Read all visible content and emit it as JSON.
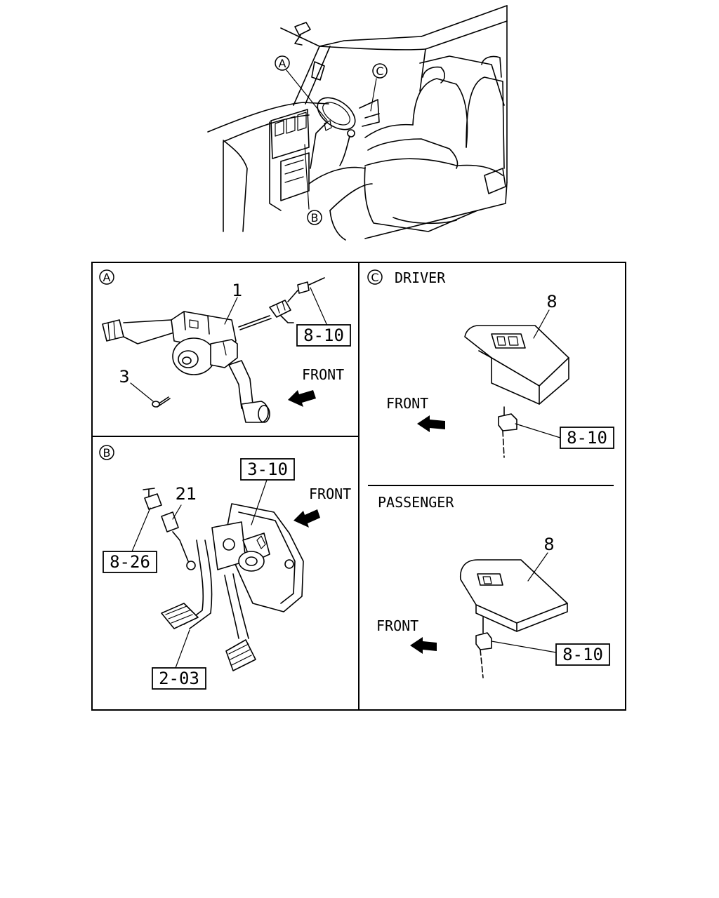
{
  "overview": {
    "callouts": {
      "a": "A",
      "b": "B",
      "c": "C"
    }
  },
  "panel_a": {
    "marker": "A",
    "part_switch": "1",
    "part_screw": "3",
    "ref_box": "8-10",
    "front_label": "FRONT"
  },
  "panel_b": {
    "marker": "B",
    "ref_box_top": "3-10",
    "part_switch": "21",
    "ref_box_left": "8-26",
    "ref_box_bottom": "2-03",
    "front_label": "FRONT"
  },
  "panel_c": {
    "marker": "C",
    "driver": {
      "title": "DRIVER",
      "part": "8",
      "front_label": "FRONT",
      "ref_box": "8-10"
    },
    "passenger": {
      "title": "PASSENGER",
      "part": "8",
      "front_label": "FRONT",
      "ref_box": "8-10"
    }
  }
}
